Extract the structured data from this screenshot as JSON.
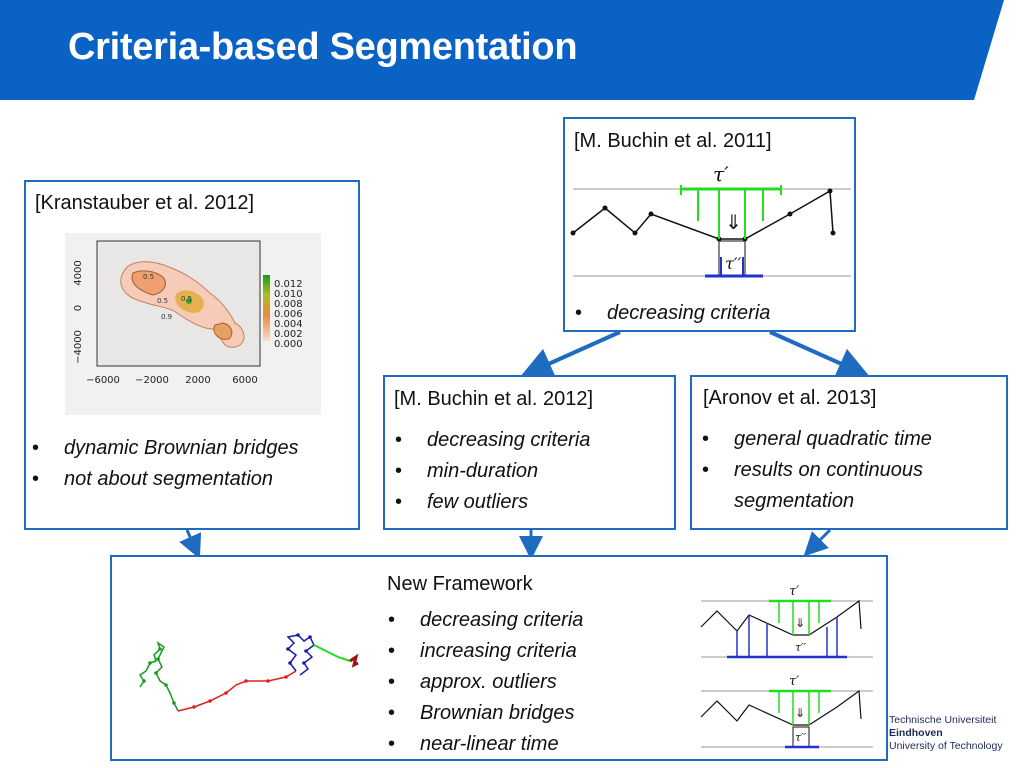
{
  "header": {
    "title": "Criteria-based Segmentation",
    "color": "#0a62c4"
  },
  "box_buchin2011": {
    "citation": "[M. Buchin et al. 2011]",
    "bullets": [
      "decreasing criteria"
    ],
    "tau_top": "τ′",
    "tau_bottom": "τ′′",
    "arrow": "⇓"
  },
  "box_kranstauber": {
    "citation": "[Kranstauber et al. 2012]",
    "bullets": [
      "dynamic Brownian bridges",
      "not about segmentation"
    ],
    "heatmap": {
      "y_ticks": [
        "4000",
        "0",
        "−4000"
      ],
      "x_ticks": [
        "−6000",
        "−2000",
        "2000",
        "6000"
      ],
      "legend_values": [
        "0.012",
        "0.010",
        "0.008",
        "0.006",
        "0.004",
        "0.002",
        "0.000"
      ],
      "contour_labels": [
        "0.5",
        "0.5",
        "0.5",
        "0.9"
      ]
    }
  },
  "box_buchin2012": {
    "citation": "[M. Buchin et al. 2012]",
    "bullets": [
      "decreasing criteria",
      "min-duration",
      "few outliers"
    ]
  },
  "box_aronov": {
    "citation": "[Aronov et al. 2013]",
    "bullets": [
      "general quadratic time",
      "results on continuous segmentation"
    ]
  },
  "box_framework": {
    "heading": "New Framework",
    "bullets": [
      "decreasing criteria",
      "increasing criteria",
      "approx. outliers",
      "Brownian bridges",
      "near-linear time"
    ],
    "tau_top": "τ′",
    "tau_bottom": "τ′′",
    "arrow": "⇓"
  },
  "logo": {
    "line1": "Technische Universiteit",
    "line2": "Eindhoven",
    "line3": "University of Technology"
  }
}
